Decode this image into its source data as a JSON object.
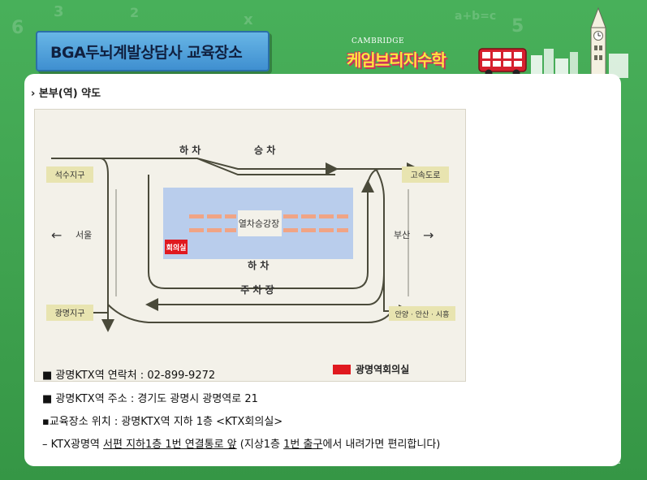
{
  "header": {
    "title": "BGA두뇌계발상담사 교육장소",
    "logo_top": "CAMBRIDGE",
    "logo_main": "케임브리지수학",
    "footer_brand": "CAMBRIDGE"
  },
  "section_title": "› 본부(역) 약도",
  "map": {
    "labels": {
      "seoksu": "석수지구",
      "gwangmyeong": "광명지구",
      "gosok": "고속도로",
      "seoul": "서울",
      "busan": "부산",
      "anyang": "안양 · 안산 · 시흥",
      "hacha_top": "하 차",
      "seungcha": "승 차",
      "platform": "열차승강장",
      "hacha_bottom": "하 차",
      "parking": "주 차 장",
      "conference": "회의실"
    },
    "arrow_left": "←",
    "arrow_right": "→"
  },
  "legend": {
    "label": "광명역회의실",
    "color": "#e0191f"
  },
  "info": {
    "line1": "■ 광명KTX역 연락처 : 02-899-9272",
    "line2": "■ 광명KTX역 주소 : 경기도 광명시 광명역로 21",
    "line3": "▪교육장소 위치 : 광명KTX역 지하 1층 <KTX회의실>",
    "line4_a": "– KTX광명역 ",
    "line4_u1": "서편 지하1층 1번 연결통로 앞",
    "line4_b": " (지상1층 ",
    "line4_u2": "1번 출구",
    "line4_c": "에서 내려가면 편리합니다)"
  },
  "colors": {
    "background": "#3fa24f",
    "title_box": "#4f9fdb",
    "platform": "#b9cdec",
    "track_orange": "#f0a485",
    "path_line": "#4a4a3a",
    "label_box": "#e8e4b0"
  }
}
